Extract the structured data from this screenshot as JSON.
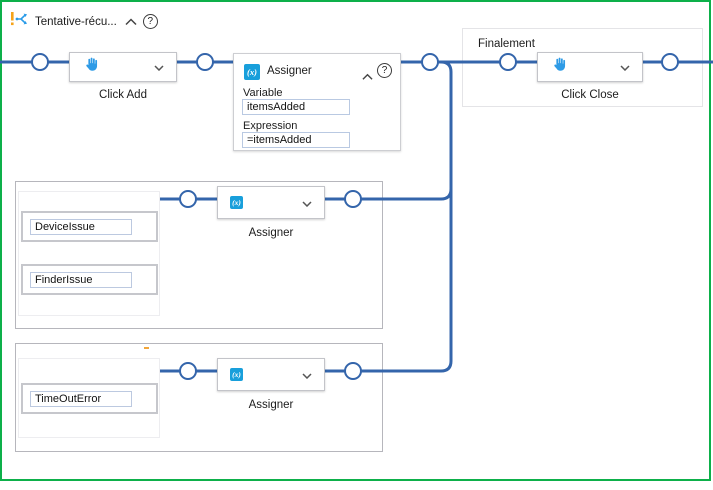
{
  "window": {
    "title": "Tentative-récu..."
  },
  "icons": {
    "assign_glyph": "(x)",
    "help_glyph": "?"
  },
  "try_branch": {
    "click_activity": {
      "label": "Click Add"
    },
    "assign_activity": {
      "title": "Assigner",
      "variable_label": "Variable",
      "variable_value": "itemsAdded",
      "expression_label": "Expression",
      "expression_value": "=itemsAdded"
    }
  },
  "catch_blocks": [
    {
      "exceptions": [
        "DeviceIssue",
        "FinderIssue"
      ],
      "activity_label": "Assigner"
    },
    {
      "exceptions": [
        "TimeOutError"
      ],
      "activity_label": "Assigner"
    }
  ],
  "finally_branch": {
    "label": "Finalement",
    "click_activity": {
      "label": "Click Close"
    }
  },
  "colors": {
    "flow_line": "#3465ab",
    "hand_icon": "#2e9be6",
    "assign_icon_bg": "#189fdb",
    "selection_frame": "#0db04a",
    "warning_mark": "#f2a63b"
  }
}
